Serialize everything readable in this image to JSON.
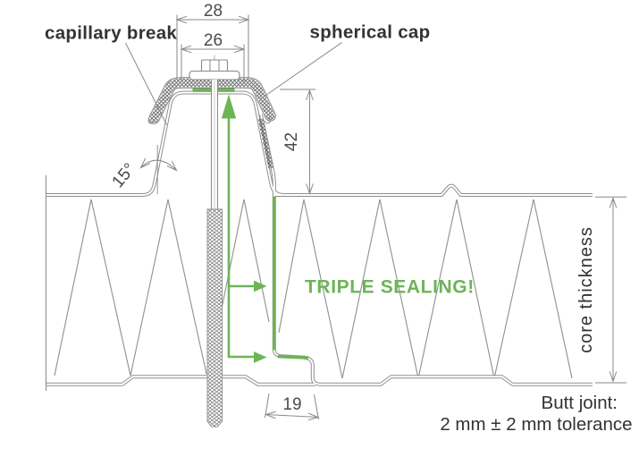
{
  "labels": {
    "capillary_break": "capillary break",
    "spherical_cap": "spherical cap",
    "triple_sealing": "TRIPLE SEALING!",
    "core_thickness": "core thickness",
    "butt_joint_title": "Butt joint:",
    "butt_joint_tolerance": "2 mm ± 2 mm tolerance"
  },
  "dimensions": {
    "cap_outer_width_mm": "28",
    "cap_inner_width_mm": "26",
    "rib_height_mm": "42",
    "slope_angle": "15°",
    "joint_overlap_mm": "19"
  },
  "colors": {
    "seal_green": "#6db457",
    "line_gray": "#8f8f8f",
    "dim_gray": "#8a8a8a",
    "text_dark": "#333333",
    "dim_text": "#4a4a4a"
  }
}
